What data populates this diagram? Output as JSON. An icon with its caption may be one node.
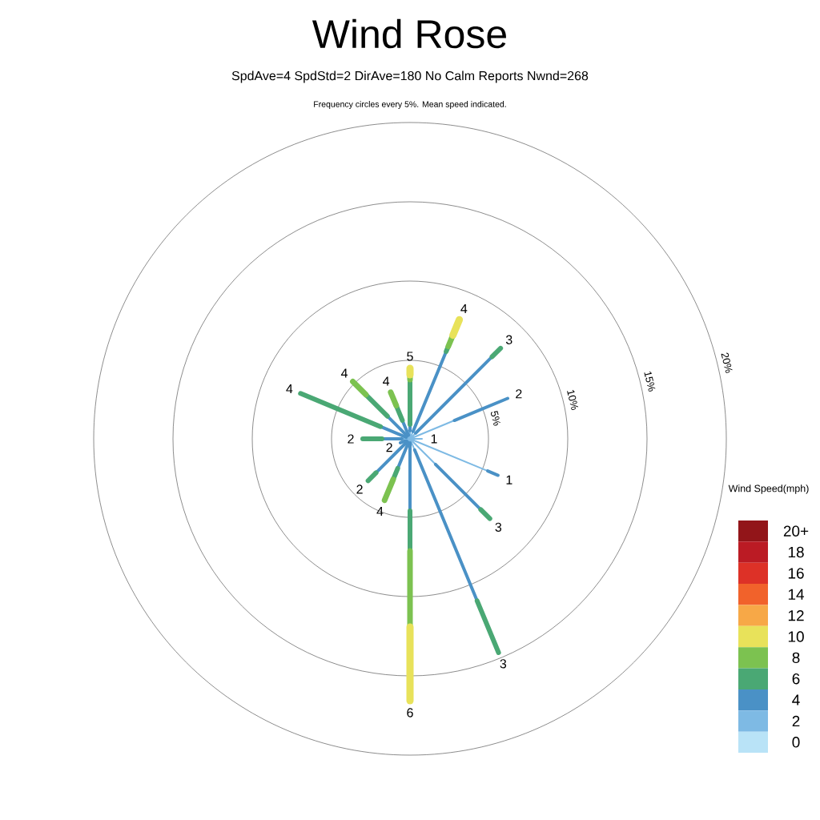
{
  "diagram": {
    "title": "Wind Rose",
    "labels": [
      "SpdAve=4  SpdStd=2  DirAve=180   No Calm Reports  Nwnd=268",
      "Frequency circles every 5%. Mean speed indicated.",
      "5",
      "4",
      "3",
      "2",
      "1",
      "1",
      "3",
      "3",
      "6",
      "4",
      "2",
      "2",
      "2",
      "4",
      "4",
      "4",
      "5%",
      "10%",
      "15%",
      "20%",
      "Wind Speed(mph)"
    ],
    "legend": [
      {
        "text": "20+",
        "color": "#921519"
      },
      {
        "text": "18",
        "color": "#bb1b24"
      },
      {
        "text": "16",
        "color": "#dd3127"
      },
      {
        "text": "14",
        "color": "#f1622b"
      },
      {
        "text": "12",
        "color": "#f7a847"
      },
      {
        "text": "10",
        "color": "#e8e25a"
      },
      {
        "text": "8",
        "color": "#7cc250"
      },
      {
        "text": "6",
        "color": "#4aa874"
      },
      {
        "text": "4",
        "color": "#4a91c6"
      },
      {
        "text": "2",
        "color": "#7ebae4"
      },
      {
        "text": "0",
        "color": "#b9e3f7"
      }
    ]
  }
}
